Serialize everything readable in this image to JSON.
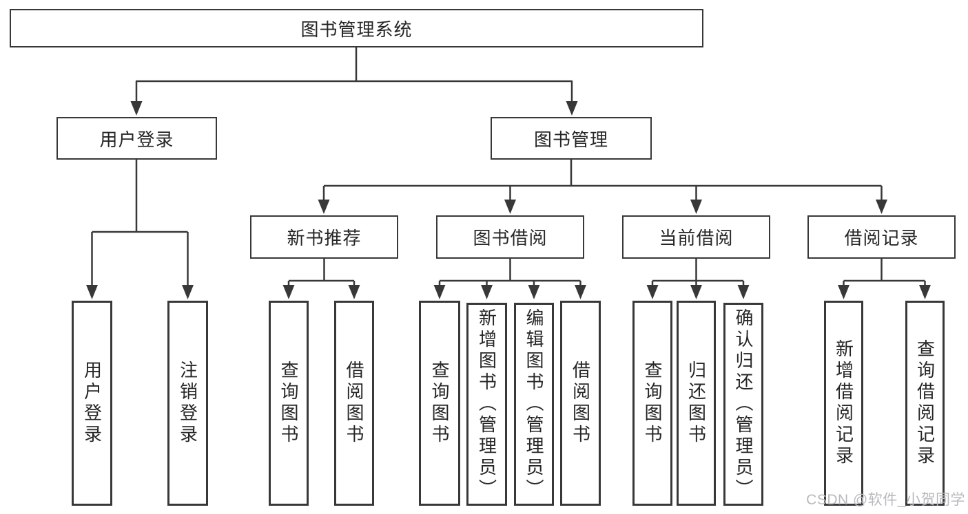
{
  "diagram": {
    "title": "图书管理系统",
    "branches": [
      {
        "label": "用户登录",
        "children": [
          "用户登录",
          "注销登录"
        ]
      },
      {
        "label": "图书管理",
        "children": [
          {
            "label": "新书推荐",
            "children": [
              "查询图书",
              "借阅图书"
            ]
          },
          {
            "label": "图书借阅",
            "children": [
              "查询图书",
              "新增图书（管理员）",
              "编辑图书（管理员）",
              "借阅图书"
            ]
          },
          {
            "label": "当前借阅",
            "children": [
              "查询图书",
              "归还图书",
              "确认归还（管理员）"
            ]
          },
          {
            "label": "借阅记录",
            "children": [
              "新增借阅记录",
              "查询借阅记录"
            ]
          }
        ]
      }
    ]
  },
  "watermark": "CSDN @软件_小贺同学"
}
